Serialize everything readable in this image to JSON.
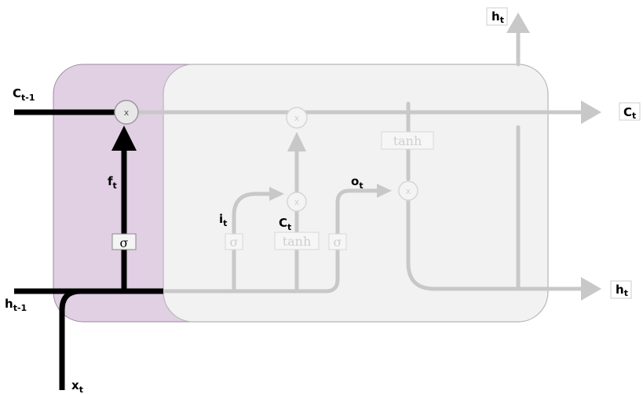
{
  "labels": {
    "c_prev": {
      "main": "C",
      "sub": "t-1"
    },
    "h_prev": {
      "main": "h",
      "sub": "t-1"
    },
    "x_t": {
      "main": "x",
      "sub": "t"
    },
    "f_t": {
      "main": "f",
      "sub": "t"
    },
    "c_t_out": {
      "main": "C",
      "sub": "t"
    },
    "h_t_right": {
      "main": "h",
      "sub": "t"
    },
    "h_t_top": {
      "main": "h",
      "sub": "t"
    },
    "i_t": {
      "main": "i",
      "sub": "t"
    },
    "c_tilde": {
      "main": "C",
      "sub": "t"
    },
    "o_t": {
      "main": "o",
      "sub": "t"
    }
  },
  "operations": {
    "forget_sigma": "σ",
    "input_sigma": "σ",
    "output_sigma": "σ",
    "candidate_tanh": "tanh",
    "cell_tanh": "tanh",
    "multiply_symbol": "x"
  },
  "colors": {
    "cell_fill": "#f2f2f2",
    "highlight_fill": "#e1cfe4",
    "active_line": "#000000",
    "faded_line": "#bdbdbd"
  }
}
